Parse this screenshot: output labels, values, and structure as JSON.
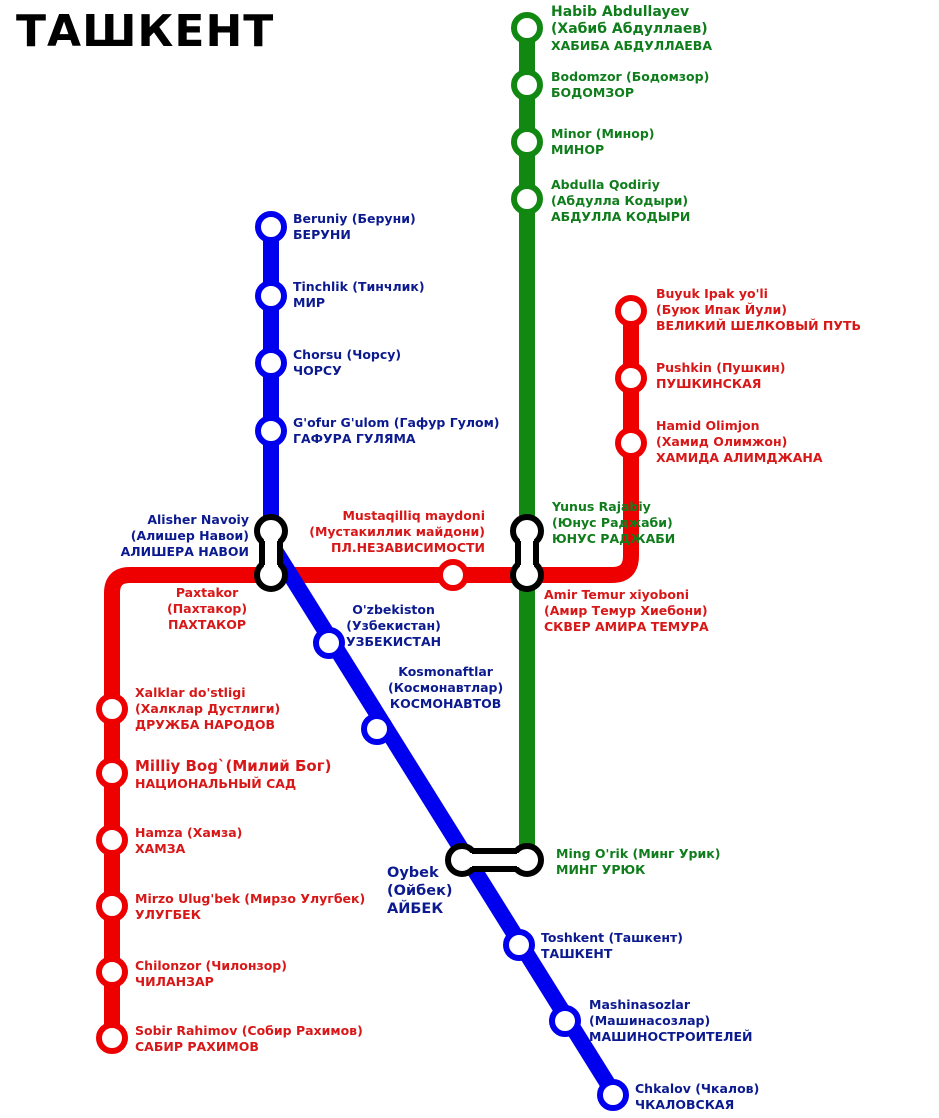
{
  "title": "ТАШКЕНТ",
  "colors": {
    "blue": "#0000ee",
    "red": "#ee0000",
    "green": "#118811",
    "transfer": "#000000"
  },
  "lines": {
    "blue": [
      {
        "l1": "Beruniy (Беруни)",
        "l2": "БЕРУНИ"
      },
      {
        "l1": "Tinchlik (Тинчлик)",
        "l2": "МИР"
      },
      {
        "l1": "Chorsu (Чорсу)",
        "l2": "ЧОРСУ"
      },
      {
        "l1": "G'ofur G'ulom (Гафур Гулом)",
        "l2": "ГАФУРА ГУЛЯМА"
      },
      {
        "l1": "Alisher Navoiy",
        "l2": "(Алишер Навои)",
        "l3": "АЛИШЕРА НАВОИ"
      },
      {
        "l1": "O'zbekiston",
        "l2": "(Узбекистан)",
        "l3": "УЗБЕКИСТАН"
      },
      {
        "l1": "Kosmonaftlar",
        "l2": "(Космонавтлар)",
        "l3": "КОСМОНАВТОВ"
      },
      {
        "l1": "Oybek",
        "l2": "(Ойбек)",
        "l3": "АЙБЕК"
      },
      {
        "l1": "Toshkent (Ташкент)",
        "l2": "ТАШКЕНТ"
      },
      {
        "l1": "Mashinasozlar",
        "l2": "(Машинасозлар)",
        "l3": "МАШИНОСТРОИТЕЛЕЙ"
      },
      {
        "l1": "Chkalov (Чкалов)",
        "l2": "ЧКАЛОВСКАЯ"
      }
    ],
    "red": [
      {
        "l1": "Buyuk Ipak yo'li",
        "l2": "(Буюк Ипак Йули)",
        "l3": "ВЕЛИКИЙ ШЕЛКОВЫЙ ПУТЬ"
      },
      {
        "l1": "Pushkin (Пушкин)",
        "l2": "ПУШКИНСКАЯ"
      },
      {
        "l1": "Hamid Olimjon",
        "l2": "(Хамид Олимжон)",
        "l3": "ХАМИДА АЛИМДЖАНА"
      },
      {
        "l1": "Amir Temur xiyoboni",
        "l2": "(Амир Темур Хиебони)",
        "l3": "СКВЕР АМИРА ТЕМУРА"
      },
      {
        "l1": "Mustaqilliq maydoni",
        "l2": "(Мустакиллик майдони)",
        "l3": "ПЛ.НЕЗАВИСИМОСТИ"
      },
      {
        "l1": "Paxtakor",
        "l2": "(Пахтакор)",
        "l3": "ПАХТАКОР"
      },
      {
        "l1": "Xalklar do'stligi",
        "l2": "(Халклар Дустлиги)",
        "l3": "ДРУЖБА НАРОДОВ"
      },
      {
        "l1": "Milliy Bog`(Милий Бог)",
        "l2": "НАЦИОНАЛЬНЫЙ САД"
      },
      {
        "l1": "Hamza (Хамза)",
        "l2": "ХАМЗА"
      },
      {
        "l1": "Mirzo Ulug'bek (Мирзо Улугбек)",
        "l2": "УЛУГБЕК"
      },
      {
        "l1": "Chilonzor (Чилонзор)",
        "l2": "ЧИЛАНЗАР"
      },
      {
        "l1": "Sobir Rahimov (Собир Рахимов)",
        "l2": "САБИР РАХИМОВ"
      }
    ],
    "green": [
      {
        "l1": "Habib Abdullayev",
        "l2": "(Хабиб Абдуллаев)",
        "l3": "ХАБИБА АБДУЛЛАЕВА"
      },
      {
        "l1": "Bodomzor (Бодомзор)",
        "l2": "БОДОМЗОР"
      },
      {
        "l1": "Minor (Минор)",
        "l2": "МИНОР"
      },
      {
        "l1": "Abdulla Qodiriy",
        "l2": "(Абдулла Кодыри)",
        "l3": "АБДУЛЛА КОДЫРИ"
      },
      {
        "l1": "Yunus Rajabiy",
        "l2": "(Юнус Раджаби)",
        "l3": "ЮНУС РАДЖАБИ"
      },
      {
        "l1": "Ming O'rik (Минг Урик)",
        "l2": "МИНГ УРЮК"
      }
    ]
  }
}
